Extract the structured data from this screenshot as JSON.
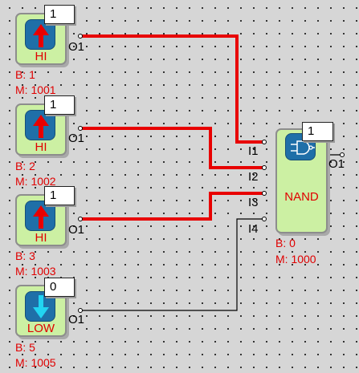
{
  "blocks": [
    {
      "id": "hi1",
      "label": "HI",
      "type": "HI",
      "value": "1",
      "output": "O1",
      "b": "B: 1",
      "m": "M: 1001"
    },
    {
      "id": "hi2",
      "label": "HI",
      "type": "HI",
      "value": "1",
      "output": "O1",
      "b": "B: 2",
      "m": "M: 1002"
    },
    {
      "id": "hi3",
      "label": "HI",
      "type": "HI",
      "value": "1",
      "output": "O1",
      "b": "B: 3",
      "m": "M: 1003"
    },
    {
      "id": "low5",
      "label": "LOW",
      "type": "LOW",
      "value": "0",
      "output": "O1",
      "b": "B: 5",
      "m": "M: 1005"
    }
  ],
  "nand": {
    "label": "NAND",
    "value": "1",
    "inputs": [
      "I1",
      "I2",
      "I3",
      "I4"
    ],
    "output": "O1",
    "b": "B: 0",
    "m": "M: 1000"
  },
  "colors": {
    "active_wire": "#e80000",
    "inactive_wire": "#000000",
    "block_fill": "#ccf0a3",
    "icon": "#1f6fa8",
    "hi_arrow": "#e80000",
    "low_arrow": "#22d4f2"
  },
  "icons": {
    "hi": "arrow-up-icon",
    "low": "arrow-down-icon",
    "nand": "and-gate-icon"
  }
}
